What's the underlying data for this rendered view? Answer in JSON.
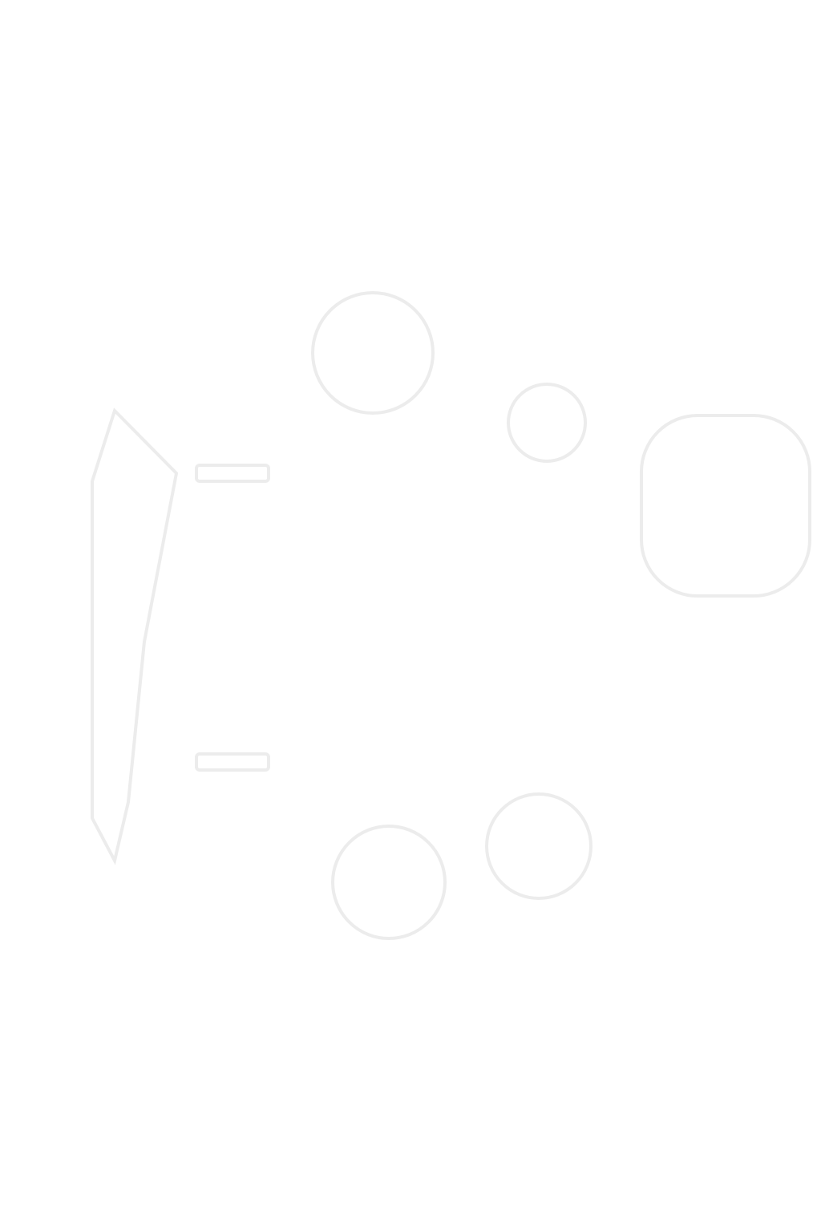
{
  "canvas": {
    "background": "#ffffff",
    "stroke_color": "#fbfbfb"
  },
  "shapes": [
    "circle",
    "circle",
    "circle",
    "rounded-rect",
    "diamond",
    "circle",
    "circle"
  ]
}
